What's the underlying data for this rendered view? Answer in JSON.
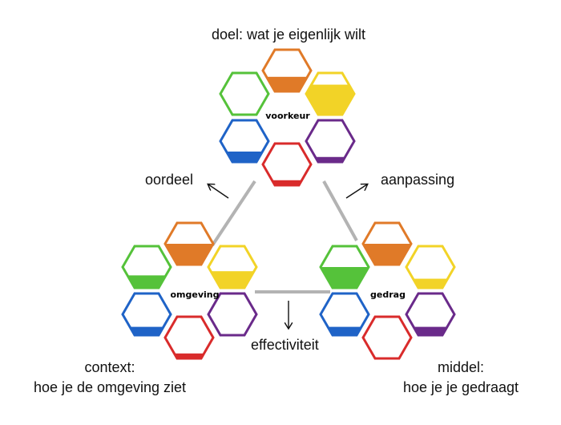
{
  "title": "doel: wat  je eigenlijk wilt",
  "arrows": {
    "left": "oordeel",
    "right": "aanpassing",
    "bottom": "effectiviteit"
  },
  "context": {
    "line1": "context:",
    "line2": "hoe je de omgeving ziet"
  },
  "middel": {
    "line1": "middel:",
    "line2": "hoe je je gedraagt"
  },
  "colors": {
    "orange": "#e07a28",
    "yellow": "#f2d327",
    "green": "#55c23a",
    "blue": "#1f63c7",
    "purple": "#6a2a8a",
    "red": "#d92b2b",
    "connector": "#b3b3b3"
  },
  "clusters": [
    {
      "id": "voorkeur",
      "label": "voorkeur",
      "fills": {
        "orange": 0.35,
        "yellow": 0.72,
        "green": 0.0,
        "blue": 0.25,
        "purple": 0.12,
        "red": 0.12
      }
    },
    {
      "id": "omgeving",
      "label": "omgeving",
      "fills": {
        "orange": 0.5,
        "yellow": 0.4,
        "green": 0.3,
        "blue": 0.2,
        "purple": 0.0,
        "red": 0.12
      }
    },
    {
      "id": "gedrag",
      "label": "gedrag",
      "fills": {
        "orange": 0.5,
        "yellow": 0.22,
        "green": 0.5,
        "blue": 0.2,
        "purple": 0.2,
        "red": 0.0
      }
    }
  ]
}
